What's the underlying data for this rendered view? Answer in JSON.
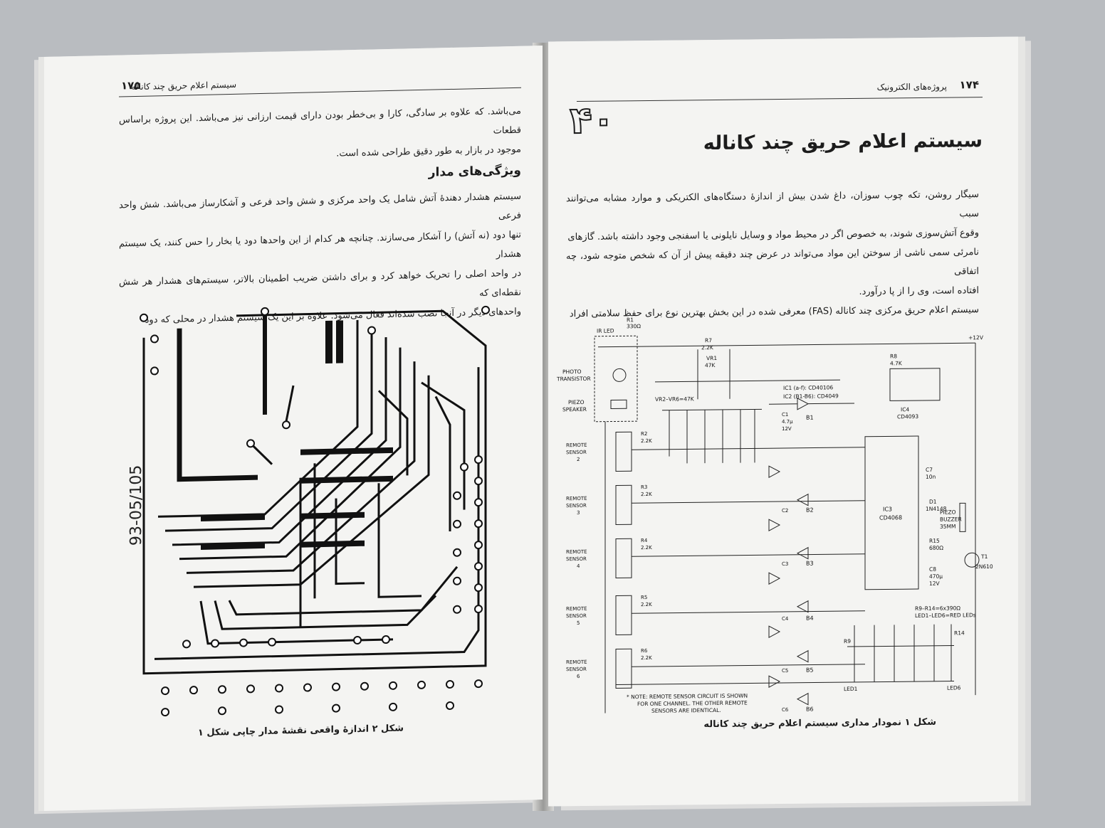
{
  "left_page": {
    "header_title": "سیستم اعلام حریق چند کاناله",
    "page_number": "۱۷۵",
    "intro_lines": [
      "می‌باشد. که علاوه بر سادگی، کارا و بی‌خطر بودن دارای قیمت ارزانی نیز می‌باشد. این پروژه براساس قطعات",
      "موجود در بازار به طور دقیق طراحی شده است."
    ],
    "section_heading": "ویژگی‌های مدار",
    "section_lines": [
      "سیستم هشدار دهندهٔ آتش شامل یک واحد مرکزی و شش واحد فرعی و آشکارساز می‌باشد. شش واحد فرعی",
      "تنها دود (نه آتش) را آشکار می‌سازند. چنانچه هر کدام از این واحدها دود یا بخار را حس کنند، یک سیستم هشدار",
      "در واحد اصلی را تحریک خواهد کرد و برای داشتن ضریب اطمینان بالاتر، سیستم‌های هشدار هر شش نقطه‌ای که",
      "واحدهای دیگر در آنجا نصب شده‌اند فعال می‌شود. علاوه بر این یک سیستم هشدار در محلی که دود"
    ],
    "pcb_handwritten": "93-05/105",
    "figure_caption": "شکل ۲ اندازهٔ واقعی نقشهٔ مدار چاپی شکل ۱"
  },
  "right_page": {
    "header_title": "پروژه‌های الکترونیک",
    "page_number": "۱۷۴",
    "chapter_number": "۴۰",
    "title": "سیستم اعلام حریق چند کاناله",
    "body_lines": [
      "سیگار روشن، تکه چوب سوزان، داغ شدن بیش از اندازهٔ دستگاه‌های الکتریکی و موارد مشابه می‌توانند سبب",
      "وقوع آتش‌سوزی شوند، به خصوص اگر در محیط مواد و وسایل نایلونی یا اسفنجی وجود داشته باشد. گازهای",
      "نامرئی سمی ناشی از سوختن این مواد می‌تواند در عرض چند دقیقه پیش از آن که شخص متوجه شود، چه اتفاقی",
      "افتاده است، وی را از پا درآورد.",
      "سیستم اعلام حریق مرکزی چند کاناله (FAS) معرفی شده در این بخش بهترین نوع برای حفظ سلامتی افراد"
    ],
    "schematic": {
      "ic_notes": [
        "IC1 (a-f): CD40106",
        "IC2 (B1-B6): CD4049"
      ],
      "ic3": "IC3",
      "ic3_part": "CD4068",
      "ic4": "IC4",
      "ic4_part": "CD4093",
      "supply": "+12V",
      "ir_led": "IR LED",
      "photo": "PHOTO",
      "transistor": "TRANSISTOR",
      "piezo": "PIEZO",
      "speaker": "SPEAKER",
      "r1": "R1",
      "r1v": "330Ω",
      "r7": "R7",
      "r7v": "2.2K",
      "vr1": "VR1",
      "vr1v": "47K",
      "vr_note": "VR2–VR6=47K",
      "remote": "REMOTE",
      "sensor": "SENSOR",
      "sensor_nums": [
        "2",
        "3",
        "4",
        "5",
        "6"
      ],
      "r_labels": [
        "R2",
        "R3",
        "R4",
        "R5",
        "R6"
      ],
      "r_val": "2.2K",
      "b_labels": [
        "B1",
        "B2",
        "B3",
        "B4",
        "B5",
        "B6"
      ],
      "c_labels": [
        "C1",
        "C2",
        "C3",
        "C4",
        "C5",
        "C6"
      ],
      "c_val": "4.7µ",
      "c_volt": "12V",
      "r8": "R8",
      "r8v": "4.7K",
      "c7": "C7",
      "c7v": "10n",
      "d1": "D1",
      "d1v": "1N4148",
      "r15": "R15",
      "r15v": "680Ω",
      "c8": "C8",
      "c8v": "470µ",
      "c8volt": "12V",
      "buzzer": [
        "PIEZO",
        "BUZZER",
        "35MM"
      ],
      "t1": "T1",
      "t1v": "2N6107",
      "r9_r14": "R9–R14=6x390Ω",
      "leds": "LED1–LED6=RED LEDs",
      "r9": "R9",
      "r14": "R14",
      "led1": "LED1",
      "led6": "LED6",
      "note": [
        "* NOTE: REMOTE SENSOR CIRCUIT IS SHOWN",
        "FOR ONE CHANNEL. THE OTHER REMOTE",
        "SENSORS ARE IDENTICAL."
      ]
    },
    "figure_caption": "شکل ۱ نمودار مداری سیستم اعلام حریق چند کاناله"
  }
}
